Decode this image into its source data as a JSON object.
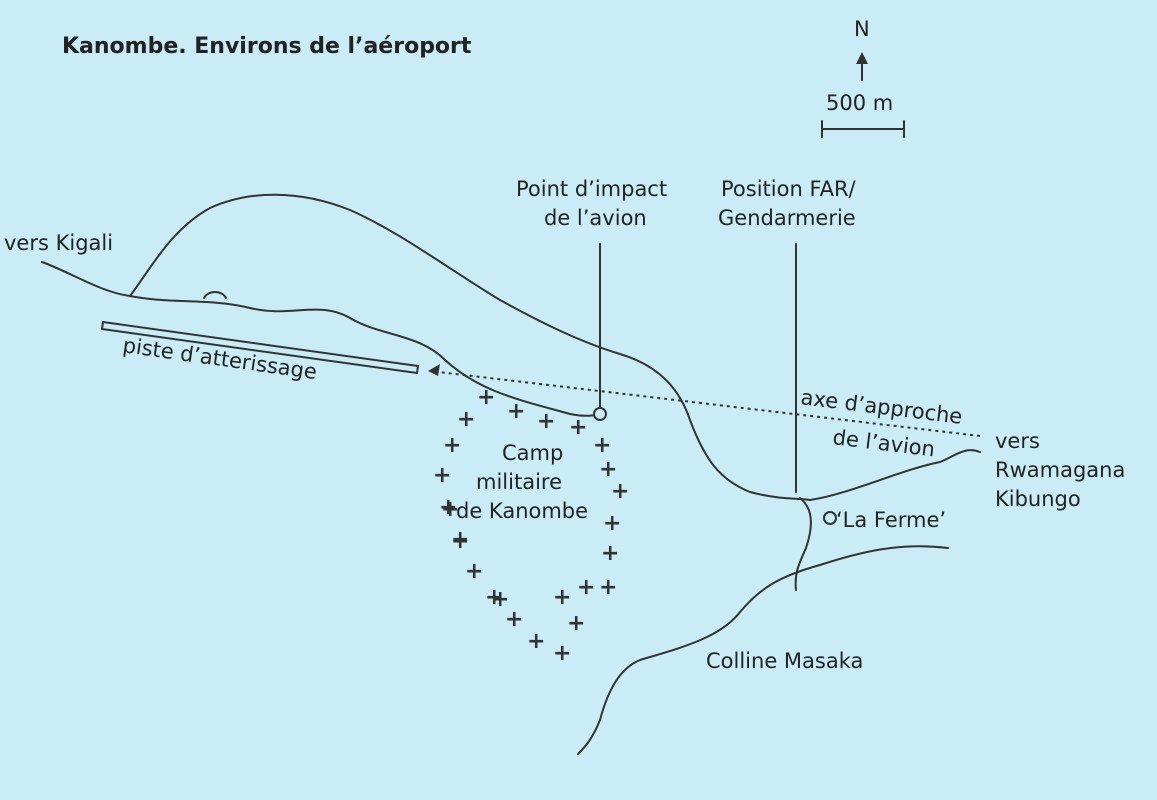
{
  "title": "Kanombe. Environs de l’aéroport",
  "north": {
    "label": "N",
    "scale_label": "500 m"
  },
  "labels": {
    "vers_kigali": "vers Kigali",
    "piste": "piste d’atterissage",
    "impact_1": "Point d’impact",
    "impact_2": "de l’avion",
    "far_1": "Position FAR/",
    "far_2": "Gendarmerie",
    "axe_1": "axe d’approche",
    "axe_2": "de l’avion",
    "vers_east_1": "vers",
    "vers_east_2": "Rwamagana",
    "vers_east_3": "Kibungo",
    "camp_1": "Camp",
    "camp_2": "militaire",
    "camp_3": "de Kanombe",
    "la_ferme": "‘La Ferme’",
    "colline": "Colline Masaka"
  },
  "colors": {
    "background": "#c9ecf7",
    "ink": "#333333"
  },
  "camp_markers": 26
}
